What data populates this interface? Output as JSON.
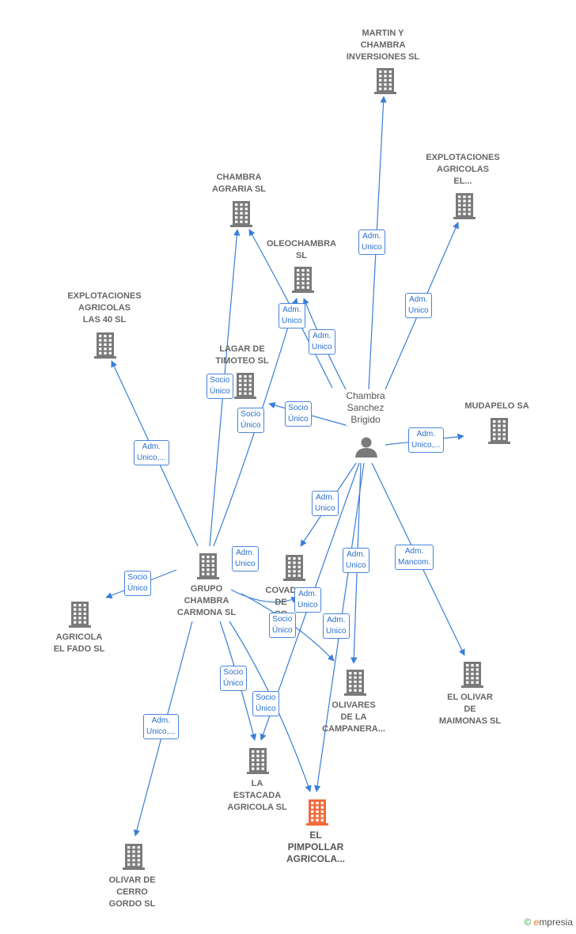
{
  "colors": {
    "edge": "#3b7ed6",
    "node": "#7a7a7a",
    "highlight": "#f26a3c"
  },
  "nodes": {
    "martin": {
      "lines": [
        "MARTIN Y",
        "CHAMBRA",
        "INVERSIONES SL"
      ]
    },
    "explotaciones_el": {
      "lines": [
        "EXPLOTACIONES",
        "AGRICOLAS",
        "EL..."
      ]
    },
    "chambra_agraria": {
      "lines": [
        "CHAMBRA",
        "AGRARIA  SL"
      ]
    },
    "oleochambra": {
      "lines": [
        "OLEOCHAMBRA",
        "SL"
      ]
    },
    "explotaciones_40": {
      "lines": [
        "EXPLOTACIONES",
        "AGRICOLAS",
        "LAS 40  SL"
      ]
    },
    "lagar": {
      "lines": [
        "LAGAR DE",
        "TIMOTEO SL"
      ]
    },
    "person": {
      "lines": [
        "Chambra",
        "Sanchez",
        "Brigido"
      ]
    },
    "mudapelo": {
      "lines": [
        "MUDAPELO SA"
      ]
    },
    "grupo": {
      "lines": [
        "GRUPO",
        "CHAMBRA",
        "CARMONA  SL"
      ]
    },
    "covad": {
      "lines": [
        "COVAD",
        "DE",
        "CO"
      ]
    },
    "agricola_fado": {
      "lines": [
        "AGRICOLA",
        "EL FADO  SL"
      ]
    },
    "olivares": {
      "lines": [
        "OLIVARES",
        "DE LA",
        "CAMPANERA..."
      ]
    },
    "olivar_maimonas": {
      "lines": [
        "EL OLIVAR",
        "DE",
        "MAIMONAS  SL"
      ]
    },
    "estacada": {
      "lines": [
        "LA",
        "ESTACADA",
        "AGRICOLA  SL"
      ]
    },
    "pimpollar": {
      "lines": [
        "EL",
        "PIMPOLLAR",
        "AGRICOLA..."
      ]
    },
    "cerro_gordo": {
      "lines": [
        "OLIVAR DE",
        "CERRO",
        "GORDO  SL"
      ]
    }
  },
  "badges": [
    {
      "lines": [
        "Adm.",
        "Unico"
      ]
    },
    {
      "lines": [
        "Adm.",
        "Unico"
      ]
    },
    {
      "lines": [
        "Adm.",
        "Unico"
      ]
    },
    {
      "lines": [
        "Adm.",
        "Unico"
      ]
    },
    {
      "lines": [
        "Adm.",
        "Unico,..."
      ]
    },
    {
      "lines": [
        "Adm.",
        "Unico"
      ]
    },
    {
      "lines": [
        "Adm.",
        "Unico"
      ]
    },
    {
      "lines": [
        "Adm.",
        "Unico"
      ]
    },
    {
      "lines": [
        "Adm.",
        "Mancom."
      ]
    },
    {
      "lines": [
        "Adm.",
        "Unico"
      ]
    },
    {
      "lines": [
        "Adm.",
        "Unico"
      ]
    },
    {
      "lines": [
        "Socio",
        "Único"
      ]
    },
    {
      "lines": [
        "Socio",
        "Único"
      ]
    },
    {
      "lines": [
        "Adm.",
        "Unico,..."
      ]
    },
    {
      "lines": [
        "Socio",
        "Único"
      ]
    },
    {
      "lines": [
        "Socio",
        "Único"
      ]
    },
    {
      "lines": [
        "Socio",
        "Único"
      ]
    },
    {
      "lines": [
        "Socio",
        "Único"
      ]
    },
    {
      "lines": [
        "Socio",
        "Único"
      ]
    },
    {
      "lines": [
        "Adm.",
        "Unico,..."
      ]
    }
  ],
  "watermark": {
    "copyright": "©",
    "brand_first": "e",
    "brand_rest": "mpresia"
  }
}
